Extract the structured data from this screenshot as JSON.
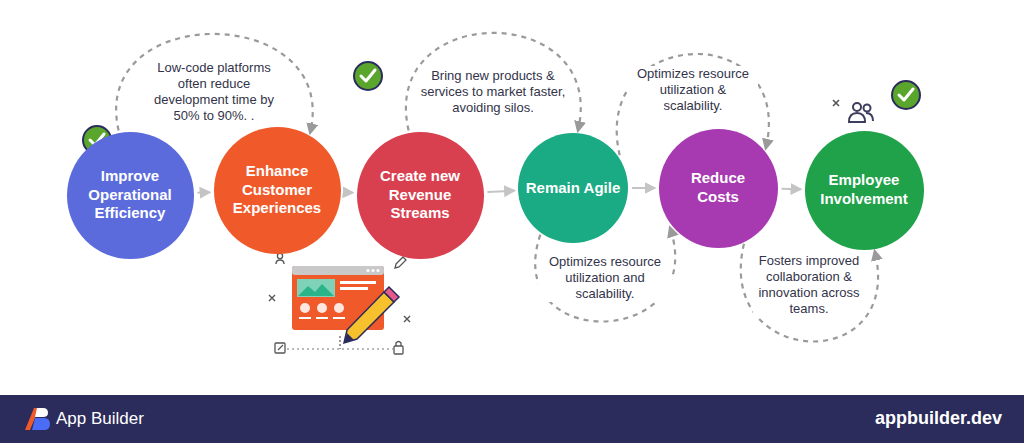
{
  "diagram": {
    "nodes": [
      {
        "text": [
          "Improve Operational Efficiency"
        ]
      },
      {
        "text": [
          "Enhance Customer Experiences"
        ]
      },
      {
        "text": [
          "Create new Revenue Streams"
        ]
      },
      {
        "text": [
          "Remain Agile"
        ]
      },
      {
        "text": [
          "Reduce Costs"
        ]
      },
      {
        "text": [
          "Employee Involvement"
        ]
      }
    ],
    "edges": [
      {
        "from": 0,
        "to": 1,
        "arrow": "to"
      },
      {
        "from": 1,
        "to": 2,
        "arrow": "to"
      },
      {
        "from": 2,
        "to": 3,
        "arrow": "to"
      },
      {
        "from": 3,
        "to": 4,
        "arrow": "to"
      },
      {
        "from": 4,
        "to": 5,
        "arrow": "to"
      },
      {
        "from": 0,
        "to": 1,
        "label": "Low-code platforms often reduce development time by 50% to 90%. .",
        "arrow": "to"
      },
      {
        "from": 2,
        "to": 3,
        "label": "Bring new products & services to market faster, avoiding silos.",
        "arrow": "to"
      },
      {
        "from": 3,
        "to": 4,
        "label": "Optimizes resource utilization & scalability.",
        "arrow": "to"
      },
      {
        "from": 3,
        "to": 4,
        "label": "Optimizes resource utilization and scalability.",
        "arrow": "to"
      },
      {
        "from": 4,
        "to": 5,
        "label": "Fosters improved collaboration & innovation across teams.",
        "arrow": "to"
      }
    ],
    "labels": [
      "App Builder",
      "appbuilder.dev"
    ]
  }
}
